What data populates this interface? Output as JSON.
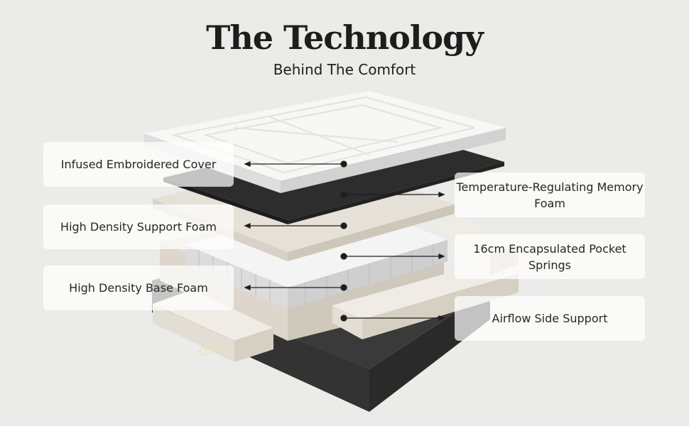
{
  "header": {
    "title": "The Technology",
    "subtitle": "Behind The Comfort"
  },
  "layers": {
    "cover": "Infused Embroidered Cover",
    "support_foam": "High Density Support Foam",
    "base_foam": "High Density Base Foam",
    "memory_foam": "Temperature-Regulating Memory Foam",
    "springs": "16cm Encapsulated Pocket Springs",
    "side_support": "Airflow Side Support"
  },
  "brand": "OTTY",
  "colors": {
    "background": "#ebebea",
    "cover": "#f7f7f5",
    "memory_foam": "#2c2c2c",
    "foam": "#e2ddd2",
    "base": "#333333",
    "text": "#1d1d1d"
  }
}
